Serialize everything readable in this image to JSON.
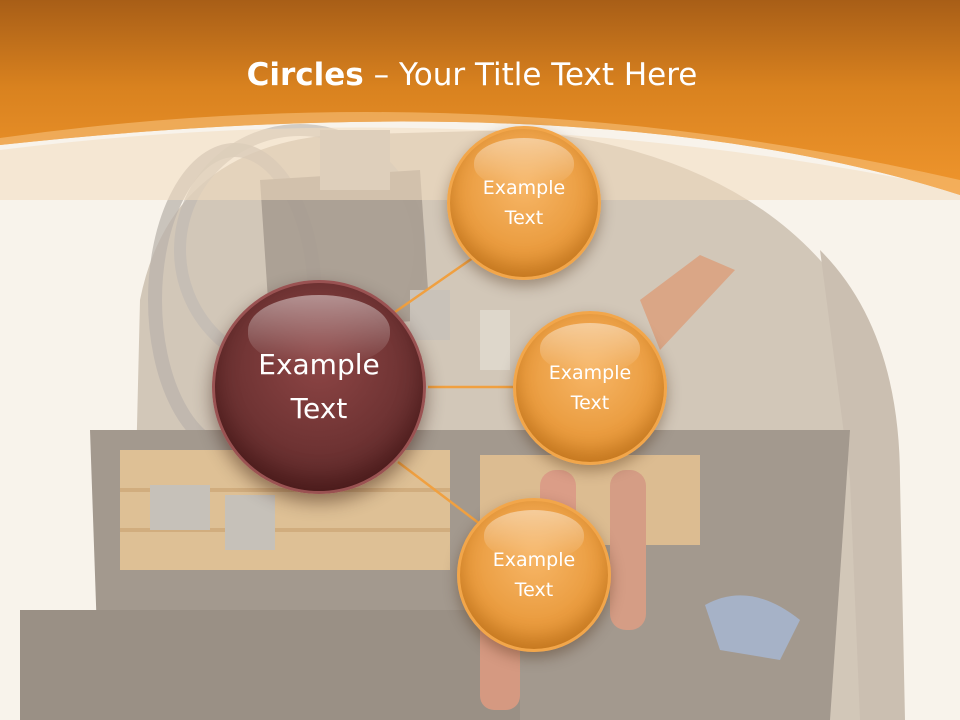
{
  "slide": {
    "title_bold": "Circles",
    "title_rest": " – Your Title Text Here",
    "colors": {
      "band_orange": "#e8902a",
      "band_dark": "#b8681c",
      "center_circle": "#6d3232",
      "outer_circle": "#ea9c3f",
      "connector": "#f0a040",
      "background": "#fbf7f1"
    }
  },
  "diagram": {
    "center": {
      "label": "Example\nText"
    },
    "outer": [
      {
        "label": "Example\nText"
      },
      {
        "label": "Example\nText"
      },
      {
        "label": "Example\nText"
      }
    ]
  }
}
